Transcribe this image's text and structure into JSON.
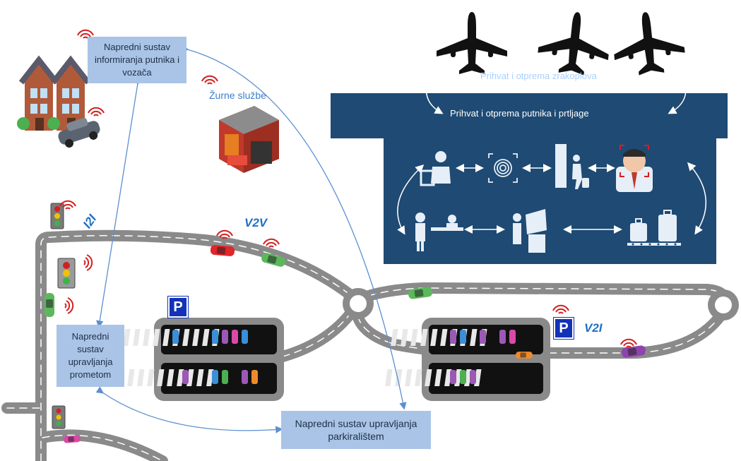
{
  "boxes": {
    "passenger_info": "Napredni sustav informiranja putnika i vozača",
    "traffic_mgmt": "Napredni sustav upravljanja prometom",
    "parking_mgmt": "Napredni sustav upravljanja parkiralištem"
  },
  "labels": {
    "emergency": "Žurne službe",
    "aircraft_handling": "Prihvat i otprema zrakoplova",
    "passenger_handling": "Prihvat i otprema putnika i prtljage",
    "i2i": "I2I",
    "v2v": "V2V",
    "v2i": "V2I",
    "parking_sign": "P"
  },
  "colors": {
    "terminal_bg": "#1e4a73",
    "box_bg": "#a9c4e6",
    "road": "#8a8a8a",
    "accent_blue": "#1f6fc5",
    "wifi_red": "#d42020",
    "parking_sign": "#1232b8"
  },
  "icons": [
    "airplane-icon",
    "check-in-icon",
    "fingerprint-icon",
    "security-gate-icon",
    "face-scan-icon",
    "desk-icon",
    "kiosk-icon",
    "luggage-icon",
    "house-icon",
    "car-icon",
    "fire-station-icon",
    "traffic-light-icon",
    "wifi-icon"
  ]
}
